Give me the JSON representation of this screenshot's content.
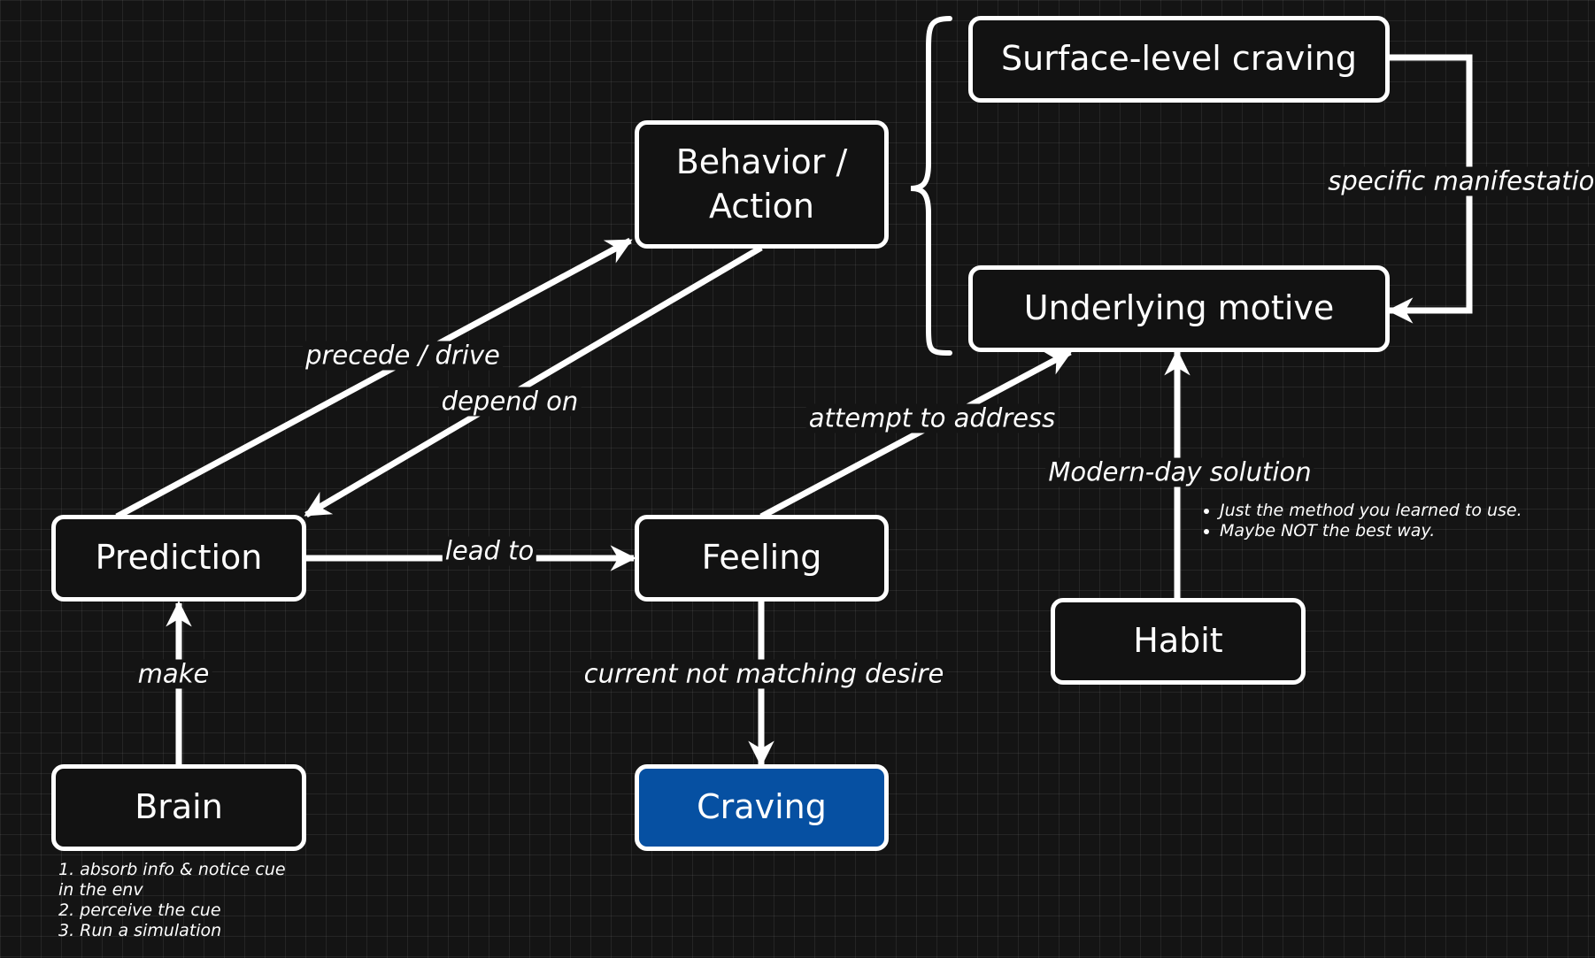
{
  "nodes": {
    "surface_craving": "Surface-level craving",
    "behavior": "Behavior /\nAction",
    "underlying_motive": "Underlying motive",
    "prediction": "Prediction",
    "feeling": "Feeling",
    "habit": "Habit",
    "brain": "Brain",
    "craving": "Craving"
  },
  "edges": {
    "precede_drive": "precede / drive",
    "depend_on": "depend on",
    "attempt_to_address": "attempt to address",
    "specific_manifestation": "specific manifestation",
    "modern_day_solution": "Modern-day solution",
    "lead_to": "lead to",
    "make": "make",
    "current_not_matching": "current not matching desire"
  },
  "notes": {
    "habit_bullets": [
      "Just the method you learned to use.",
      "Maybe NOT the best way."
    ],
    "brain_steps": [
      "1. absorb info & notice cue",
      "in the env",
      "2. perceive the cue",
      "3. Run a simulation"
    ]
  },
  "colors": {
    "background": "#141414",
    "node_fill": "#121212",
    "highlight_fill": "#0650a2",
    "stroke": "#ffffff"
  }
}
